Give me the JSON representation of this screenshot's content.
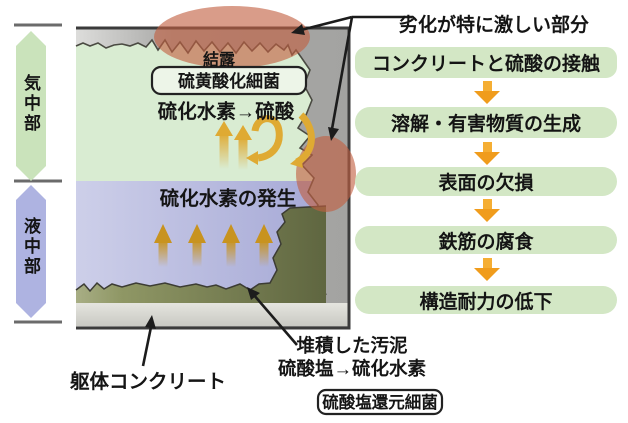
{
  "figure": {
    "left_ruler": {
      "air_zone_label": "気中部",
      "liquid_zone_label": "液中部"
    },
    "tank": {
      "condensation_label": "結露",
      "air_bacteria_box_label": "硫黄酸化細菌",
      "air_reaction_label": "硫化水素→硫酸",
      "h2s_generation_label": "硫化水素の発生",
      "structure_label": "躯体コンクリート",
      "sludge_label": "堆積した汚泥",
      "sludge_reaction_label": "硫酸塩→硫化水素",
      "sludge_bacteria_box_label": "硫酸塩還元細菌"
    },
    "flowchart": {
      "callout_label": "劣化が特に激しい部分",
      "steps": [
        "コンクリートと硫酸の接触",
        "溶解・有害物質の生成",
        "表面の欠損",
        "鉄筋の腐食",
        "構造耐力の低下"
      ]
    },
    "colors": {
      "flow_box_green": "#d3e7c5",
      "flow_arrow_orange": "#f09c1c",
      "highlight_salmon": "#c25f41",
      "air_zone_green": "#d9ecd2",
      "liquid_zone_purple": "#b2b2da",
      "sludge_olive": "#6f7549",
      "concrete_gray": "#a9a9a7",
      "gas_cycle_yellow": "#dfaa33",
      "rising_arrow_gold": "#c8931f"
    }
  }
}
